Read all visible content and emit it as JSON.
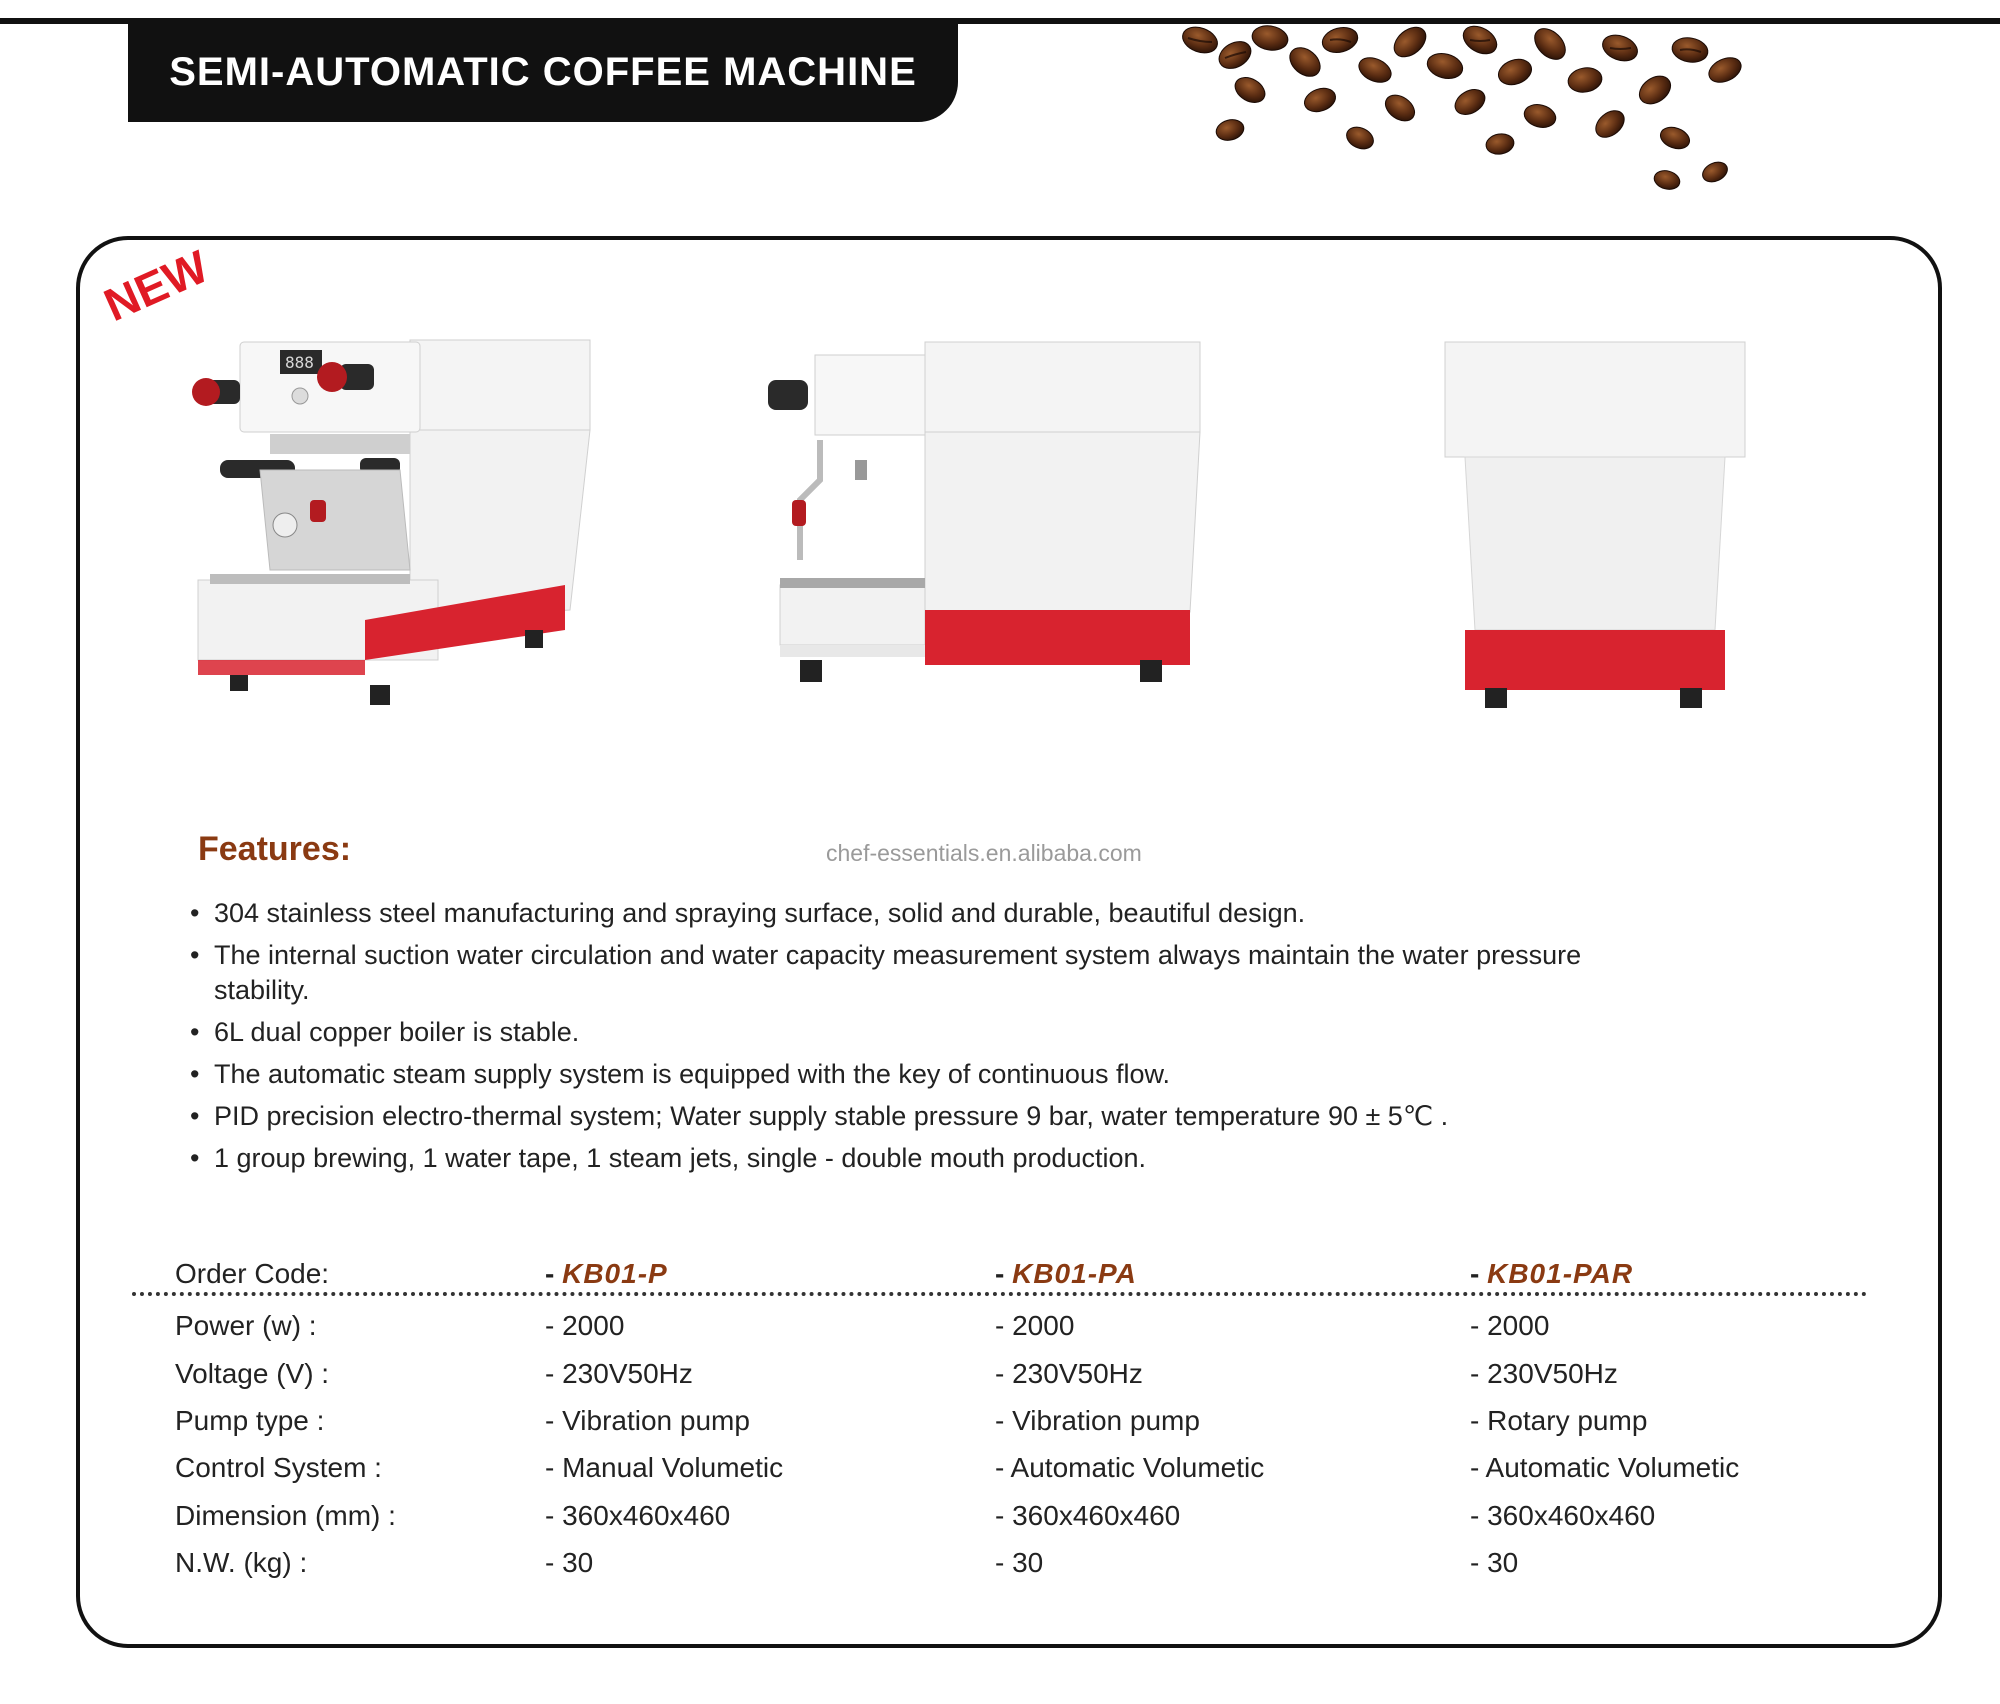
{
  "header": {
    "title": "SEMI-AUTOMATIC COFFEE MACHINE"
  },
  "badge": {
    "new": "NEW"
  },
  "features": {
    "title": "Features:",
    "watermark": "chef-essentials.en.alibaba.com",
    "items": [
      "304 stainless steel manufacturing and spraying surface, solid and durable, beautiful design.",
      "The internal suction water circulation and water capacity measurement system always maintain the water pressure stability.",
      "6L dual copper boiler is stable.",
      "The automatic steam supply system is equipped with the key of continuous flow.",
      "PID precision electro-thermal system; Water supply stable pressure 9 bar, water temperature 90 ± 5℃ .",
      "1 group brewing, 1 water tape, 1 steam jets, single - double mouth production."
    ]
  },
  "specs": {
    "order_code": {
      "label": "Order Code:",
      "values": [
        "KB01-P",
        "KB01-PA",
        "KB01-PAR"
      ]
    },
    "rows": [
      {
        "label": "Power  (w) :",
        "values": [
          "- 2000",
          "- 2000",
          "- 2000"
        ]
      },
      {
        "label": "Voltage  (V) :",
        "values": [
          "- 230V50Hz",
          "- 230V50Hz",
          "- 230V50Hz"
        ]
      },
      {
        "label": "Pump type :",
        "values": [
          "- Vibration pump",
          "- Vibration pump",
          "- Rotary pump"
        ]
      },
      {
        "label": "Control System :",
        "values": [
          "- Manual Volumetic",
          "- Automatic Volumetic",
          "- Automatic Volumetic"
        ]
      },
      {
        "label": "Dimension  (mm) :",
        "values": [
          "- 360x460x460",
          "- 360x460x460",
          "- 360x460x460"
        ]
      },
      {
        "label": "N.W.  (kg) :",
        "values": [
          "- 30",
          "- 30",
          "- 30"
        ]
      }
    ]
  },
  "colors": {
    "accent_red": "#d8232f",
    "brand_brown": "#8a3a12",
    "banner": "#111111"
  },
  "display": {
    "digits": "888"
  }
}
